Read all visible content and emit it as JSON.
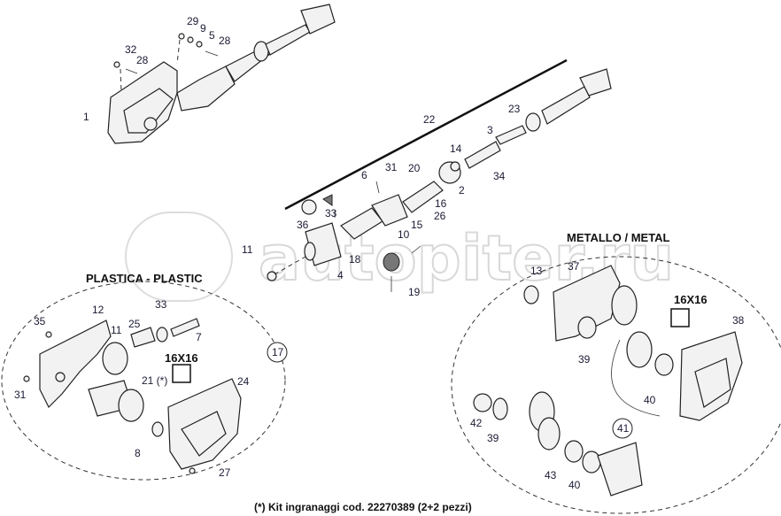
{
  "watermark": "autopiter.ru",
  "sections": {
    "plastic_title": "PLASTICA - PLASTIC",
    "metal_title": "METALLO / METAL",
    "plastic_square": "16X16",
    "metal_square": "16X16"
  },
  "callouts": {
    "top": [
      "29",
      "9",
      "5",
      "28",
      "32",
      "28",
      "1"
    ],
    "center": [
      "22",
      "23",
      "3",
      "14",
      "34",
      "31",
      "20",
      "6",
      "2",
      "16",
      "26",
      "33",
      "15",
      "36",
      "10",
      "18",
      "4",
      "19",
      "11",
      "13"
    ],
    "metal": [
      "37",
      "38",
      "39",
      "40",
      "41",
      "42",
      "39",
      "43",
      "40"
    ],
    "plastic": [
      "33",
      "12",
      "35",
      "25",
      "11",
      "7",
      "17",
      "21 (*)",
      "24",
      "31",
      "8",
      "27"
    ]
  },
  "footer": "(*)  Kit ingranaggi cod. 22270389 (2+2 pezzi)"
}
